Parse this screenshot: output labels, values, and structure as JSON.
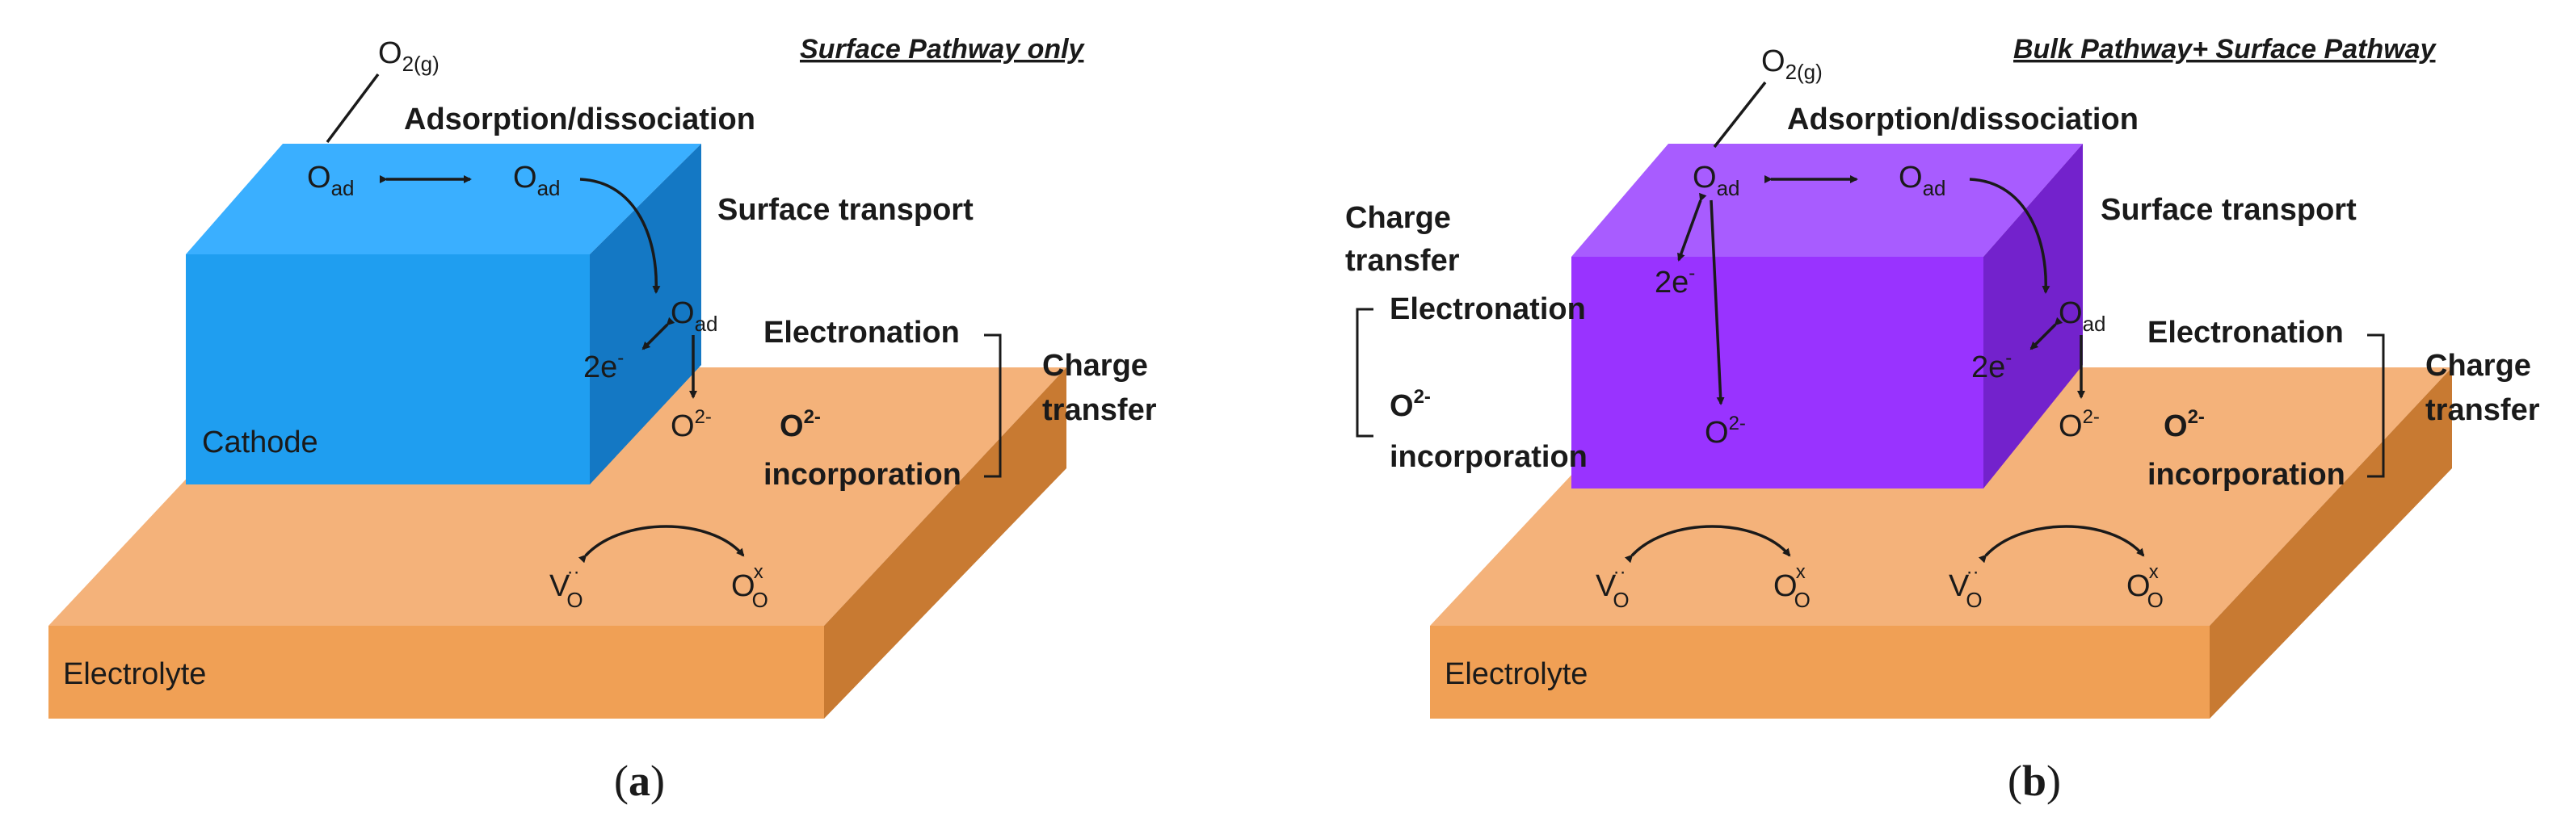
{
  "colors": {
    "cathode_a_front": "#1f9ef0",
    "cathode_a_top": "#3aafff",
    "cathode_a_side": "#1478c4",
    "cathode_b_front": "#9933ff",
    "cathode_b_top": "#a85cff",
    "cathode_b_side": "#7322cc",
    "electrolyte_front": "#f0a055",
    "electrolyte_top": "#f4b27a",
    "electrolyte_side": "#c87a32"
  },
  "panel_a": {
    "heading": "Surface Pathway only",
    "cathode_label": "Cathode",
    "electrolyte_label": "Electrolyte",
    "caption_open": "(",
    "caption_letter": "a",
    "caption_close": ")",
    "o2_main": "O",
    "o2_sub": "2(g)",
    "adsorption": "Adsorption/dissociation",
    "oad_main": "O",
    "oad_sub": "ad",
    "surface_transport": "Surface transport",
    "two_e": "2e",
    "minus": "-",
    "o2minus_main": "O",
    "o2minus_sup": "2-",
    "electronation": "Electronation",
    "incorporation_sup": "2-",
    "incorporation_main": "O",
    "incorporation": "incorporation",
    "charge": "Charge",
    "transfer": "transfer",
    "vac_main": "V",
    "vac_sub": "O",
    "vac_sup": "··",
    "lat_main": "O",
    "lat_sub": "O",
    "lat_sup": "x"
  },
  "panel_b": {
    "heading": "Bulk Pathway+ Surface Pathway",
    "electrolyte_label": "Electrolyte",
    "caption_open": "(",
    "caption_letter": "b",
    "caption_close": ")",
    "o2_main": "O",
    "o2_sub": "2(g)",
    "adsorption": "Adsorption/dissociation",
    "oad_main": "O",
    "oad_sub": "ad",
    "surface_transport": "Surface transport",
    "two_e": "2e",
    "minus": "-",
    "o2minus_main": "O",
    "o2minus_sup": "2-",
    "electronation": "Electronation",
    "incorporation_sup": "2-",
    "incorporation_main": "O",
    "incorporation": "incorporation",
    "charge": "Charge",
    "transfer": "transfer",
    "left_charge": "Charge",
    "left_transfer": "transfer",
    "left_electronation": "Electronation",
    "left_incorporation_main": "O",
    "left_incorporation_sup": "2-",
    "left_incorporation": "incorporation",
    "vac_main": "V",
    "vac_sub": "O",
    "vac_sup": "··",
    "lat_main": "O",
    "lat_sub": "O",
    "lat_sup": "x"
  }
}
